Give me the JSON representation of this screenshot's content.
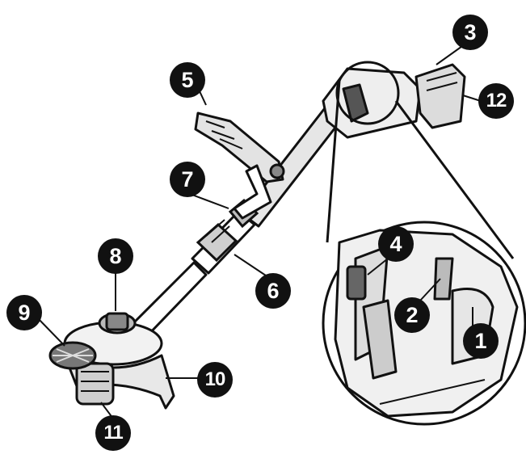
{
  "diagram": {
    "subject": "cordless string trimmer parts diagram",
    "callouts": [
      {
        "n": "1"
      },
      {
        "n": "2"
      },
      {
        "n": "3"
      },
      {
        "n": "4"
      },
      {
        "n": "5"
      },
      {
        "n": "6"
      },
      {
        "n": "7"
      },
      {
        "n": "8"
      },
      {
        "n": "9"
      },
      {
        "n": "10"
      },
      {
        "n": "11"
      },
      {
        "n": "12"
      }
    ],
    "colors": {
      "ink": "#111111",
      "paper": "#ffffff",
      "shade": "#d9d9d9"
    }
  }
}
